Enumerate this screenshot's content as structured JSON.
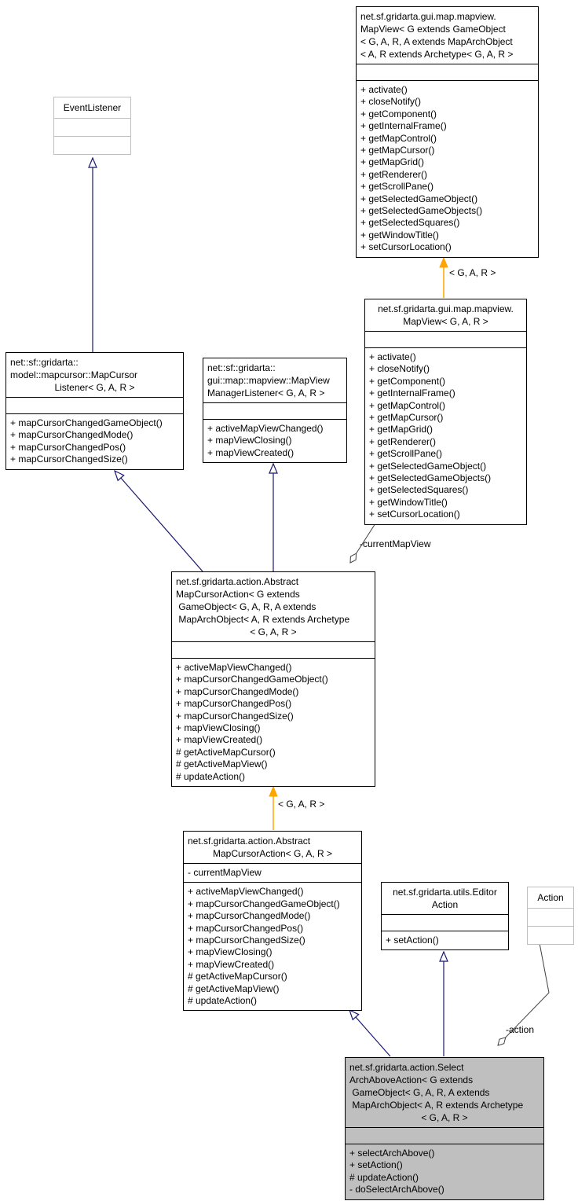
{
  "diagram_type": "uml-class-collaboration-graph",
  "colors": {
    "inheritance_arrow": "#191970",
    "template_arrow": "#ffa500",
    "usage_edge": "#404040",
    "external_class_border": "#bfbfbf",
    "highlighted_class_fill": "#bfbfbf",
    "class_border": "#000000",
    "class_fill": "#ffffff"
  },
  "labels": {
    "template_instantiation": "< G, A, R >",
    "current_map_view": "-currentMapView",
    "action_member": "-action"
  },
  "classes": {
    "map_view_generic": {
      "title_lines": [
        "net.sf.gridarta.gui.map.mapview.",
        "MapView< G extends GameObject",
        "< G, A, R, A extends MapArchObject",
        "< A, R extends Archetype< G, A, R >"
      ],
      "methods": [
        "+ activate()",
        "+ closeNotify()",
        "+ getComponent()",
        "+ getInternalFrame()",
        "+ getMapControl()",
        "+ getMapCursor()",
        "+ getMapGrid()",
        "+ getRenderer()",
        "+ getScrollPane()",
        "+ getSelectedGameObject()",
        "+ getSelectedGameObjects()",
        "+ getSelectedSquares()",
        "+ getWindowTitle()",
        "+ setCursorLocation()"
      ]
    },
    "event_listener": {
      "title": "EventListener"
    },
    "map_view_gar": {
      "title_lines": [
        "net.sf.gridarta.gui.map.mapview.",
        "MapView< G, A, R >"
      ],
      "methods": [
        "+ activate()",
        "+ closeNotify()",
        "+ getComponent()",
        "+ getInternalFrame()",
        "+ getMapControl()",
        "+ getMapCursor()",
        "+ getMapGrid()",
        "+ getRenderer()",
        "+ getScrollPane()",
        "+ getSelectedGameObject()",
        "+ getSelectedGameObjects()",
        "+ getSelectedSquares()",
        "+ getWindowTitle()",
        "+ setCursorLocation()"
      ]
    },
    "map_cursor_listener": {
      "title_lines": [
        "net::sf::gridarta::",
        "model::mapcursor::MapCursor",
        "Listener< G, A, R >"
      ],
      "methods": [
        "+ mapCursorChangedGameObject()",
        "+ mapCursorChangedMode()",
        "+ mapCursorChangedPos()",
        "+ mapCursorChangedSize()"
      ]
    },
    "map_view_manager_listener": {
      "title_lines": [
        "net::sf::gridarta::",
        "gui::map::mapview::MapView",
        "ManagerListener< G, A, R >"
      ],
      "methods": [
        "+ activeMapViewChanged()",
        "+ mapViewClosing()",
        "+ mapViewCreated()"
      ]
    },
    "abstract_map_cursor_action_generic": {
      "title_lines": [
        "net.sf.gridarta.action.Abstract",
        "MapCursorAction< G extends",
        " GameObject< G, A, R, A extends",
        " MapArchObject< A, R extends Archetype",
        "< G, A, R >"
      ],
      "methods": [
        "+ activeMapViewChanged()",
        "+ mapCursorChangedGameObject()",
        "+ mapCursorChangedMode()",
        "+ mapCursorChangedPos()",
        "+ mapCursorChangedSize()",
        "+ mapViewClosing()",
        "+ mapViewCreated()",
        "# getActiveMapCursor()",
        "# getActiveMapView()",
        "# updateAction()"
      ]
    },
    "abstract_map_cursor_action_gar": {
      "title_lines": [
        "net.sf.gridarta.action.Abstract",
        "MapCursorAction< G, A, R >"
      ],
      "attributes": [
        "- currentMapView"
      ],
      "methods": [
        "+ activeMapViewChanged()",
        "+ mapCursorChangedGameObject()",
        "+ mapCursorChangedMode()",
        "+ mapCursorChangedPos()",
        "+ mapCursorChangedSize()",
        "+ mapViewClosing()",
        "+ mapViewCreated()",
        "# getActiveMapCursor()",
        "# getActiveMapView()",
        "# updateAction()"
      ]
    },
    "editor_action": {
      "title_lines": [
        "net.sf.gridarta.utils.Editor",
        "Action"
      ],
      "methods": [
        "+ setAction()"
      ]
    },
    "action": {
      "title": "Action"
    },
    "select_arch_above_action": {
      "title_lines": [
        "net.sf.gridarta.action.Select",
        "ArchAboveAction< G extends",
        " GameObject< G, A, R, A extends",
        " MapArchObject< A, R extends Archetype",
        "< G, A, R >"
      ],
      "methods": [
        "+ selectArchAbove()",
        "+ setAction()",
        "# updateAction()",
        "- doSelectArchAbove()"
      ]
    }
  }
}
